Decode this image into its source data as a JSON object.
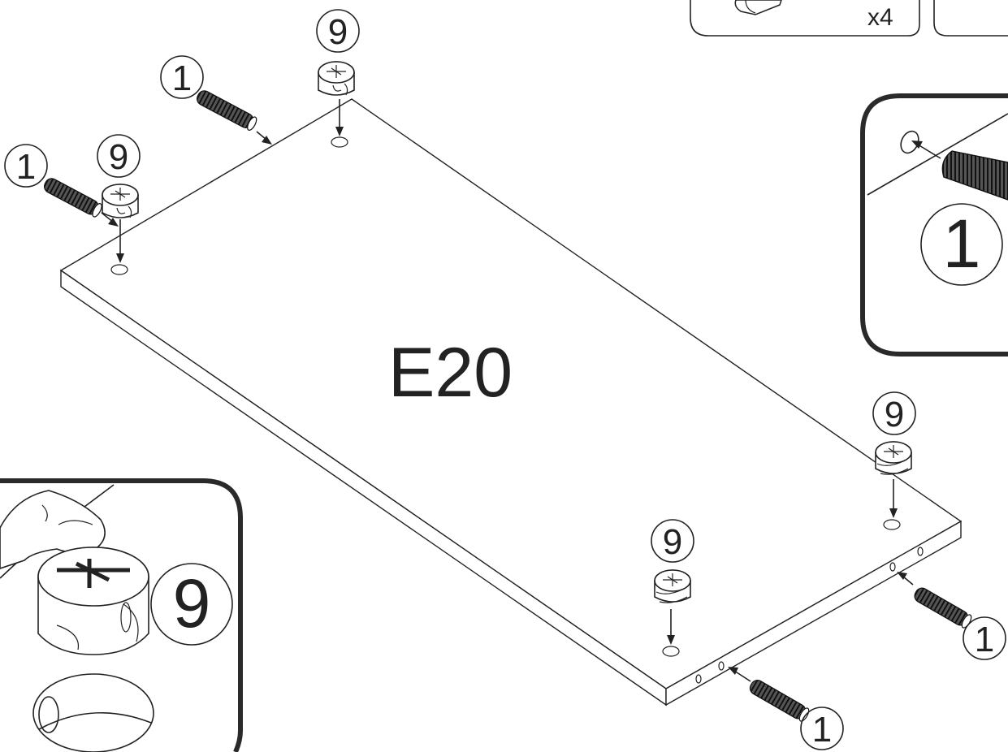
{
  "panel": {
    "label": "E20"
  },
  "parts": {
    "dowel": {
      "number": "1"
    },
    "cam": {
      "number": "9"
    }
  },
  "legend": {
    "quantity": "x4"
  },
  "detail_left": {
    "number": "9"
  },
  "detail_right": {
    "number": "1"
  }
}
